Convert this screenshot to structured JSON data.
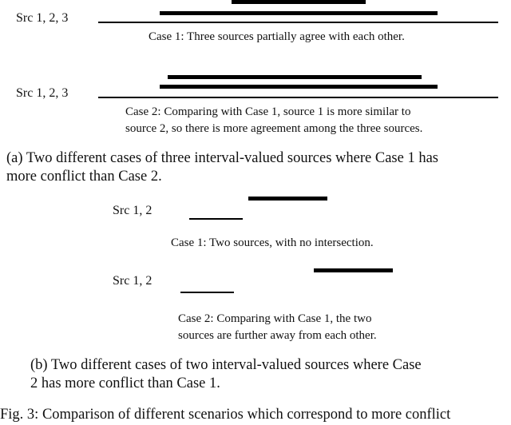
{
  "panel_a": {
    "case1": {
      "source_label": "Src 1, 2, 3",
      "caption": "Case 1: Three sources partially agree with each other."
    },
    "case2": {
      "source_label": "Src 1, 2, 3",
      "caption_line1": "Case 2: Comparing with Case 1, source 1 is more similar to",
      "caption_line2": "source 2, so there is more agreement among the three sources."
    },
    "subcaption_line1": "(a) Two different cases of three interval-valued sources where Case 1 has",
    "subcaption_line2": "more conflict than Case 2."
  },
  "panel_b": {
    "case1": {
      "source_label": "Src 1, 2",
      "caption": "Case 1: Two sources, with no intersection."
    },
    "case2": {
      "source_label": "Src 1, 2",
      "caption_line1": "Case 2: Comparing with Case 1, the two",
      "caption_line2": "sources are further away from each other."
    },
    "subcaption_line1": "(b) Two different cases of two interval-valued sources where Case",
    "subcaption_line2": "2 has more conflict than Case 1."
  },
  "footer_fragment": "Fig. 3: Comparison of different scenarios which correspond to more conflict"
}
